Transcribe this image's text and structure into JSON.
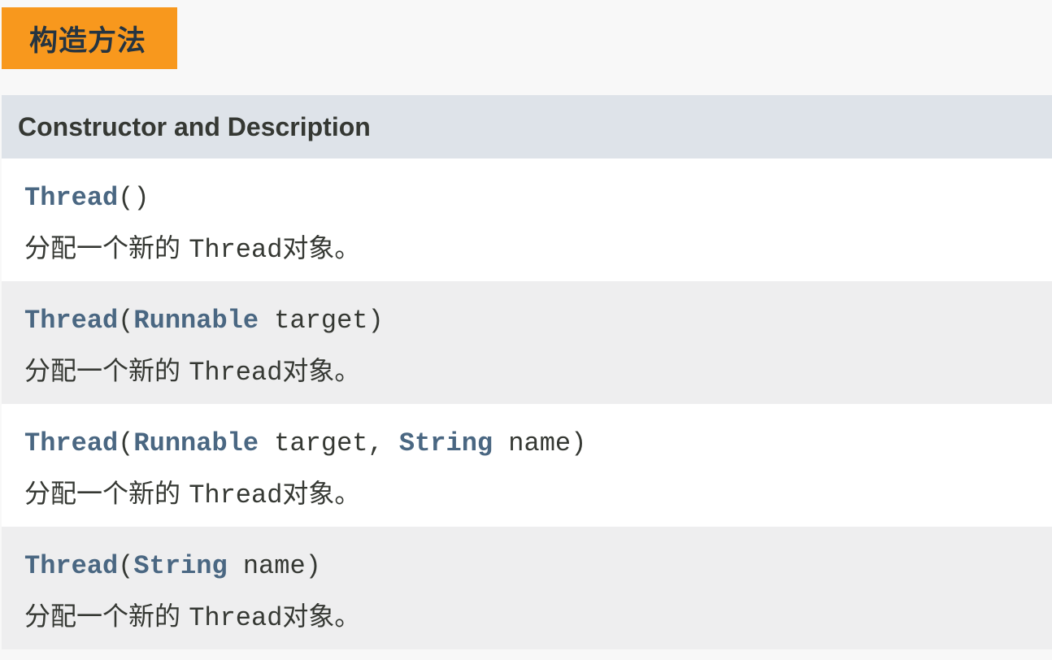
{
  "caption": "构造方法",
  "table": {
    "header": "Constructor and Description",
    "rows": [
      {
        "name": "Thread",
        "open": "(",
        "close": ")",
        "desc_prefix": "分配一个新的 ",
        "desc_code": "Thread",
        "desc_suffix": "对象。"
      },
      {
        "name": "Thread",
        "open": "(",
        "param1_type": "Runnable",
        "param1_name": " target",
        "close": ")",
        "desc_prefix": "分配一个新的 ",
        "desc_code": "Thread",
        "desc_suffix": "对象。"
      },
      {
        "name": "Thread",
        "open": "(",
        "param1_type": "Runnable",
        "param1_name": " target, ",
        "param2_type": "String",
        "param2_name": " name",
        "close": ")",
        "desc_prefix": "分配一个新的 ",
        "desc_code": "Thread",
        "desc_suffix": "对象。"
      },
      {
        "name": "Thread",
        "open": "(",
        "param1_type": "String",
        "param1_name": " name",
        "close": ")",
        "desc_prefix": "分配一个新的 ",
        "desc_code": "Thread",
        "desc_suffix": "对象。"
      }
    ]
  }
}
